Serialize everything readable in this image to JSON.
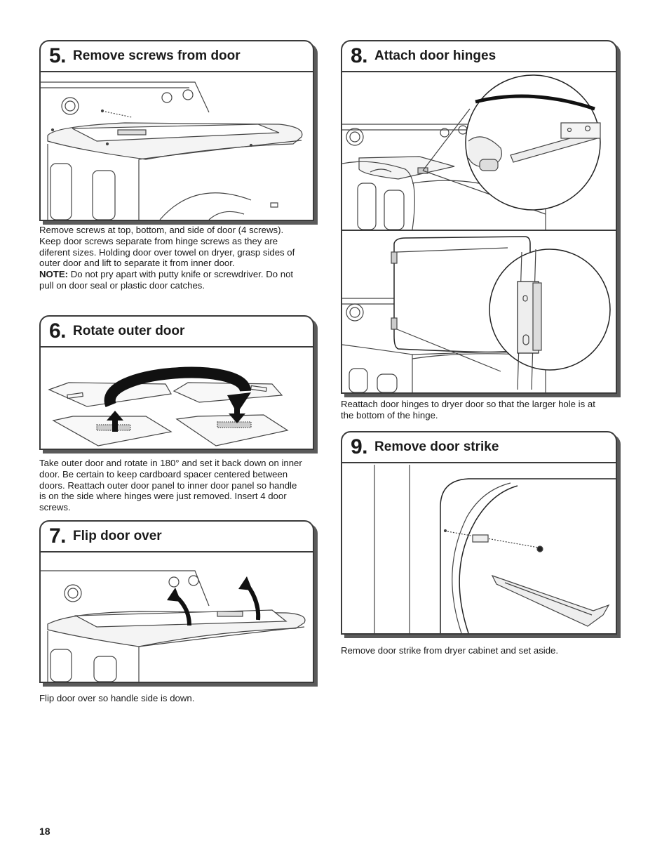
{
  "page_number": "18",
  "steps": [
    {
      "number": "5.",
      "title": "Remove screws from door",
      "description": "Remove screws at top, bottom, and side of door (4 screws). Keep door screws separate from hinge screws as they are diferent sizes. Holding door over towel on dryer, grasp sides of outer door and lift to separate it from inner door.",
      "note_label": "NOTE:",
      "note_text": " Do not pry apart with putty knife or screwdriver. Do not pull on door seal or plastic door catches."
    },
    {
      "number": "6.",
      "title": "Rotate outer door",
      "description": "Take outer door and rotate in 180° and set it back down on inner door. Be certain to keep cardboard spacer centered between doors. Reattach outer door panel to inner door panel so handle is on the side where hinges were just removed. Insert 4 door screws."
    },
    {
      "number": "7.",
      "title": "Flip door over",
      "description": "Flip door over so handle side is down."
    },
    {
      "number": "8.",
      "title": "Attach door hinges",
      "description": "Reattach door hinges to dryer door so that the larger hole is at the bottom of the hinge."
    },
    {
      "number": "9.",
      "title": "Remove door strike",
      "description": "Remove door strike from dryer cabinet and set aside."
    }
  ]
}
